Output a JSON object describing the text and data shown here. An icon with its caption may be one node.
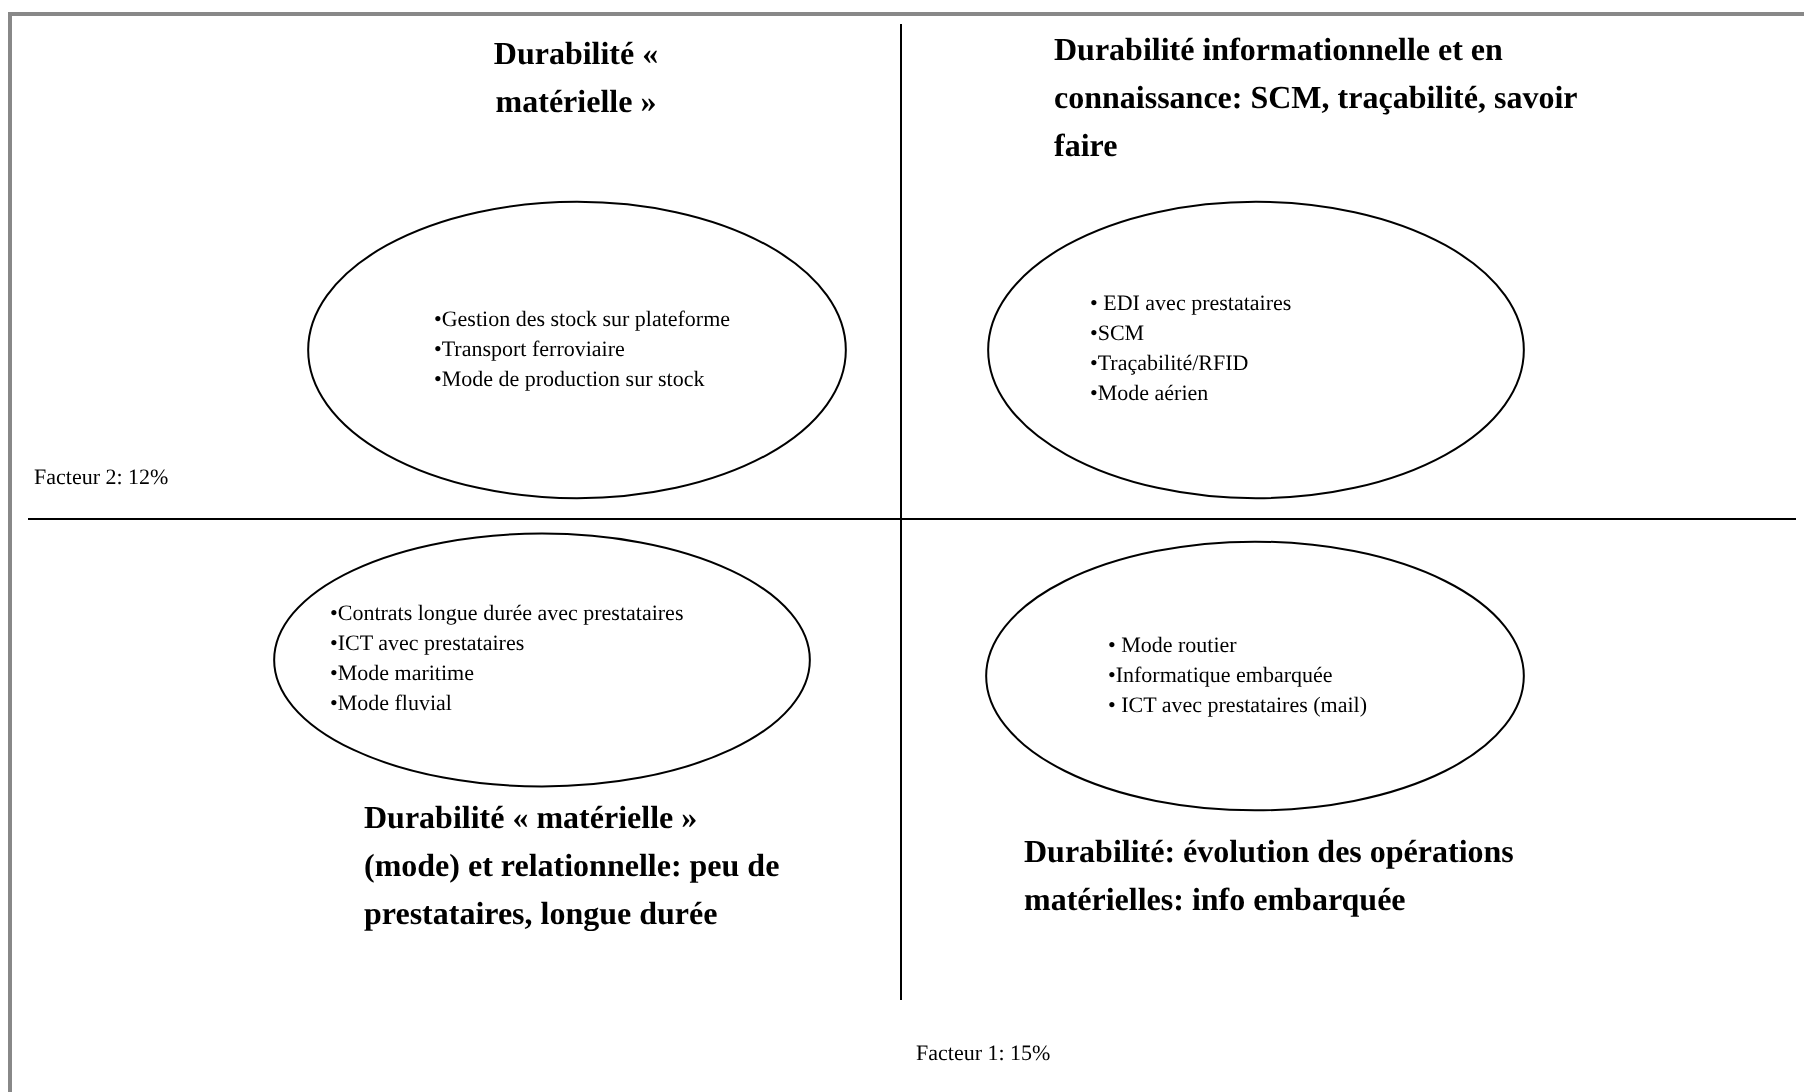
{
  "diagram": {
    "nodes": [
      {
        "text": [
          "•Gestion des stock sur plateforme",
          "•Transport ferroviaire",
          "•Mode de production sur stock"
        ]
      },
      {
        "text": [
          "• EDI avec prestataires",
          "•SCM",
          "•Traçabilité/RFID",
          "•Mode aérien"
        ]
      },
      {
        "text": [
          "•Contrats longue durée avec prestataires",
          "•ICT avec prestataires",
          "•Mode maritime",
          "•Mode fluvial"
        ]
      },
      {
        "text": [
          "• Mode routier",
          "•Informatique embarquée",
          "• ICT avec prestataires (mail)"
        ]
      }
    ],
    "edges": [],
    "labels": [
      "Durabilité « matérielle »",
      "Durabilité informationnelle et en connaissance: SCM, traçabilité, savoir faire",
      "Facteur 2: 12%",
      "Durabilité « matérielle » (mode) et relationnelle: peu de prestataires, longue durée",
      "Durabilité: évolution des opérations matérielles: info embarquée",
      "Facteur 1: 15%"
    ]
  }
}
